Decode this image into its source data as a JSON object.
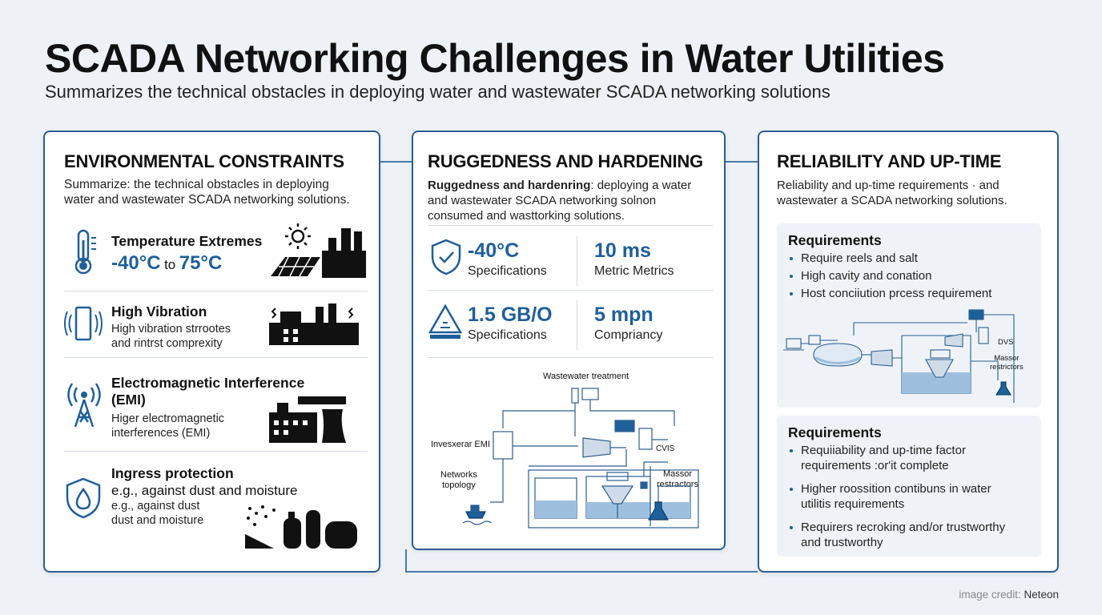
{
  "title": "SCADA Networking Challenges in Water Utilities",
  "subtitle": "Summarizes the technical obstacles in deploying water and wastewater SCADA networking solutions",
  "card1": {
    "title": "ENVIRONMENTAL CONSTRAINTS",
    "desc_line1": "Summarize: the technical obstacles in deploying",
    "desc_line2": "water and wastewater SCADA networking solutions.",
    "rows": [
      {
        "title": "Temperature Extremes",
        "range_low": "-40°C",
        "range_to": "to",
        "range_high": "75°C",
        "icon": "thermometer-icon"
      },
      {
        "title": "High Vibration",
        "line1": "High vibration strrootes",
        "line2": "and rintrst comprexity",
        "icon": "vibration-icon"
      },
      {
        "title_line1": "Electromagnetic Interference",
        "title_line2": "(EMI)",
        "line1": "Higer electromagnetic",
        "line2": "interferences (EMI)",
        "icon": "antenna-tower-icon"
      },
      {
        "title": "Ingress protection",
        "big": "e.g., against dust and moisture",
        "line1": "e.g., against dust",
        "line2": "dust and moisture",
        "icon": "water-drop-shield-icon"
      }
    ]
  },
  "card2": {
    "title": "RUGGEDNESS AND HARDENING",
    "desc_bold": "Ruggedness and hardenring",
    "desc_rest1": ": deploying a water",
    "desc_line2": "and wastewater SCADA networking solnon",
    "desc_line3": "consumed and wasttorking solutions.",
    "metrics": [
      {
        "value": "-40°C",
        "label": "Specifications",
        "icon": "shield-check-icon"
      },
      {
        "value": "10 ms",
        "label": "Metric Metrics"
      },
      {
        "value": "1.5 GB/O",
        "label": "Specifications",
        "icon": "warning-triangle-icon"
      },
      {
        "value": "5 mpn",
        "label": "Compriancy"
      }
    ],
    "diagram": {
      "top_label": "Wastewater treatment",
      "left_label": "Invesxerar EMI",
      "net_label1": "Networks",
      "net_label2": "topology",
      "cvis_label": "CVIS",
      "massor1": "Massor",
      "massor2": "restractors"
    }
  },
  "card3": {
    "title": "RELIABILITY AND UP-TIME",
    "desc_line1": "Reliability and up-time requirements · and",
    "desc_line2": "wastewater  a SCADA networking solutions.",
    "panel1": {
      "title": "Requirements",
      "items": [
        "Require reels and salt",
        "High cavity and conation",
        "Host conciiution prcess requirement"
      ],
      "dvs_label": "DVS",
      "massor1": "Massor",
      "massor2": "restrictors"
    },
    "panel2": {
      "title": "Requirements",
      "items": [
        {
          "l1": "Requiiability and up-time factor",
          "l2": "requirements :or'it complete"
        },
        {
          "l1": "Higher roossition contibuns in water",
          "l2": "utilitis requirements"
        },
        {
          "l1": "Requirers recroking and/or trustworthy",
          "l2": "and trustworthy"
        }
      ]
    }
  },
  "credit_prefix": "image credit: ",
  "credit_name": "Neteon",
  "colors": {
    "accent": "#1f5f9a",
    "border": "#2c5d8f",
    "background": "#eef2f7"
  }
}
